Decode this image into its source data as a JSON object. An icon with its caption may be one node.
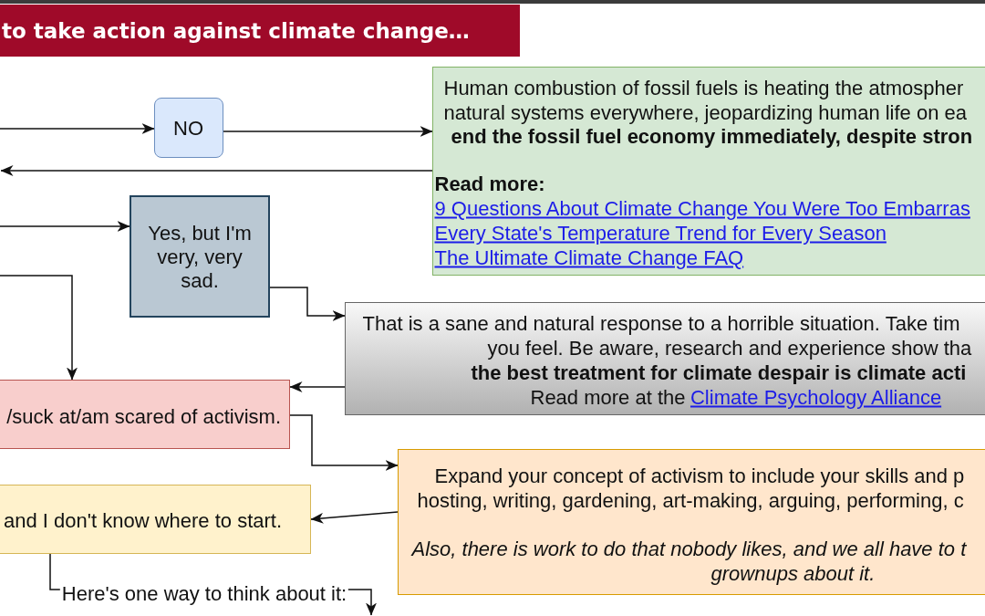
{
  "diagram": {
    "title": "to take action against climate change…",
    "nodes": [
      {
        "text": [
          "NO"
        ]
      },
      {
        "text": [
          "Human combustion of fossil fuels is heating the atmospher",
          "natural systems everywhere, jeopardizing human life on ea",
          "end the fossil fuel economy immediately, despite stron",
          "Read more:",
          "9 Questions About Climate Change You Were Too Embarras",
          "Every State's Temperature Trend for Every Season",
          "The Ultimate Climate Change FAQ"
        ]
      },
      {
        "text": [
          "Yes, but I'm very, very sad."
        ]
      },
      {
        "text": [
          "That is a sane and natural response to a horrible situation. Take tim",
          "you feel. Be aware, research and experience show tha",
          "the best treatment for climate despair is climate acti",
          "Read more at the",
          "Climate Psychology Alliance"
        ]
      },
      {
        "text": [
          "/suck at/am scared of activism."
        ]
      },
      {
        "text": [
          "Expand your concept of activism to include your skills and p",
          "hosting, writing, gardening, art-making, arguing, performing, c",
          "Also, there is work to do that nobody likes, and we all have to t",
          "grownups about it."
        ]
      },
      {
        "text": [
          "and I don't know where to start."
        ]
      }
    ],
    "edges": [
      {
        "from": null,
        "to": 0,
        "arrow": "to"
      },
      {
        "from": 0,
        "to": 1,
        "arrow": "to"
      },
      {
        "from": 1,
        "to": null,
        "arrow": "to"
      },
      {
        "from": null,
        "to": 2,
        "arrow": "to"
      },
      {
        "from": 2,
        "to": 3,
        "arrow": "to"
      },
      {
        "from": null,
        "to": 4,
        "arrow": "to"
      },
      {
        "from": 3,
        "to": 4,
        "arrow": "to"
      },
      {
        "from": 4,
        "to": 5,
        "arrow": "to"
      },
      {
        "from": 5,
        "to": 6,
        "arrow": "to"
      },
      {
        "from": 6,
        "to": null,
        "arrow": "to",
        "label": "Here's one way to think about it:"
      }
    ]
  }
}
